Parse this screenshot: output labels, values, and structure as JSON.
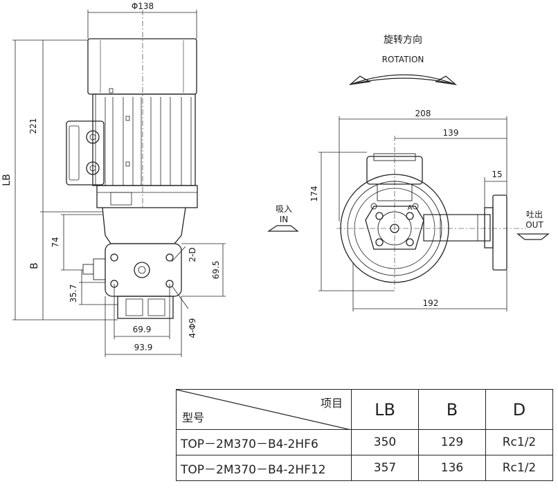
{
  "dims": {
    "top_diameter": "Φ138",
    "h221": "221",
    "LB": "LB",
    "B": "B",
    "d74": "74",
    "d35_7": "35.7",
    "d69_5": "69.5",
    "d69_9": "69.9",
    "d93_9": "93.9",
    "d2D": "2-D",
    "d4phi9": "4-Φ9",
    "d208": "208",
    "d139": "139",
    "d15": "15",
    "d174": "174",
    "d192": "192",
    "port_a": "A"
  },
  "labels": {
    "rotation_cn": "旋转方向",
    "rotation_en": "ROTATION",
    "in_cn": "吸入",
    "in_en": "IN",
    "out_cn": "吐出",
    "out_en": "OUT"
  },
  "table": {
    "header_item": "项目",
    "header_model": "型号",
    "columns": [
      "LB",
      "B",
      "D"
    ],
    "rows": [
      {
        "model": "TOP－2M370－B4-2HF6",
        "LB": "350",
        "B": "129",
        "D": "Rc1/2"
      },
      {
        "model": "TOP－2M370－B4-2HF12",
        "LB": "357",
        "B": "136",
        "D": "Rc1/2"
      }
    ]
  }
}
